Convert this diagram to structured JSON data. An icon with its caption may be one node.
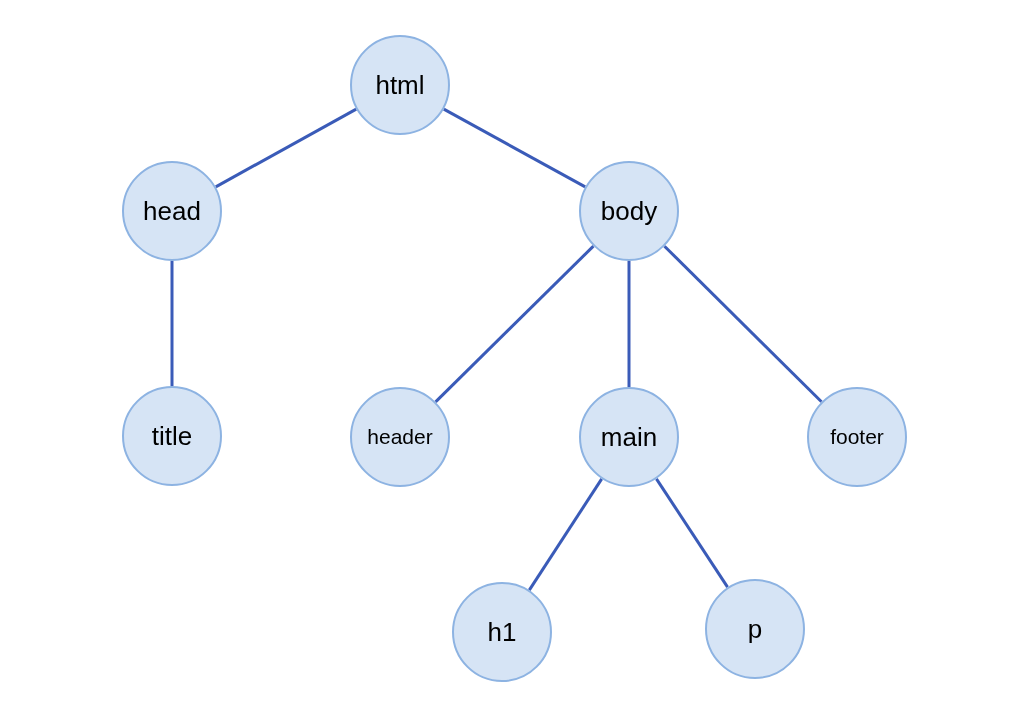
{
  "diagram": {
    "nodes": [
      {
        "text": [
          "html"
        ]
      },
      {
        "text": [
          "head"
        ]
      },
      {
        "text": [
          "body"
        ]
      },
      {
        "text": [
          "title"
        ]
      },
      {
        "text": [
          "header"
        ]
      },
      {
        "text": [
          "main"
        ]
      },
      {
        "text": [
          "footer"
        ]
      },
      {
        "text": [
          "h1"
        ]
      },
      {
        "text": [
          "p"
        ]
      }
    ],
    "edges": [
      {
        "from": 0,
        "to": 1,
        "arrow": "none"
      },
      {
        "from": 0,
        "to": 2,
        "arrow": "none"
      },
      {
        "from": 1,
        "to": 3,
        "arrow": "none"
      },
      {
        "from": 2,
        "to": 4,
        "arrow": "none"
      },
      {
        "from": 2,
        "to": 5,
        "arrow": "none"
      },
      {
        "from": 2,
        "to": 6,
        "arrow": "none"
      },
      {
        "from": 5,
        "to": 7,
        "arrow": "none"
      },
      {
        "from": 5,
        "to": 8,
        "arrow": "none"
      }
    ]
  }
}
